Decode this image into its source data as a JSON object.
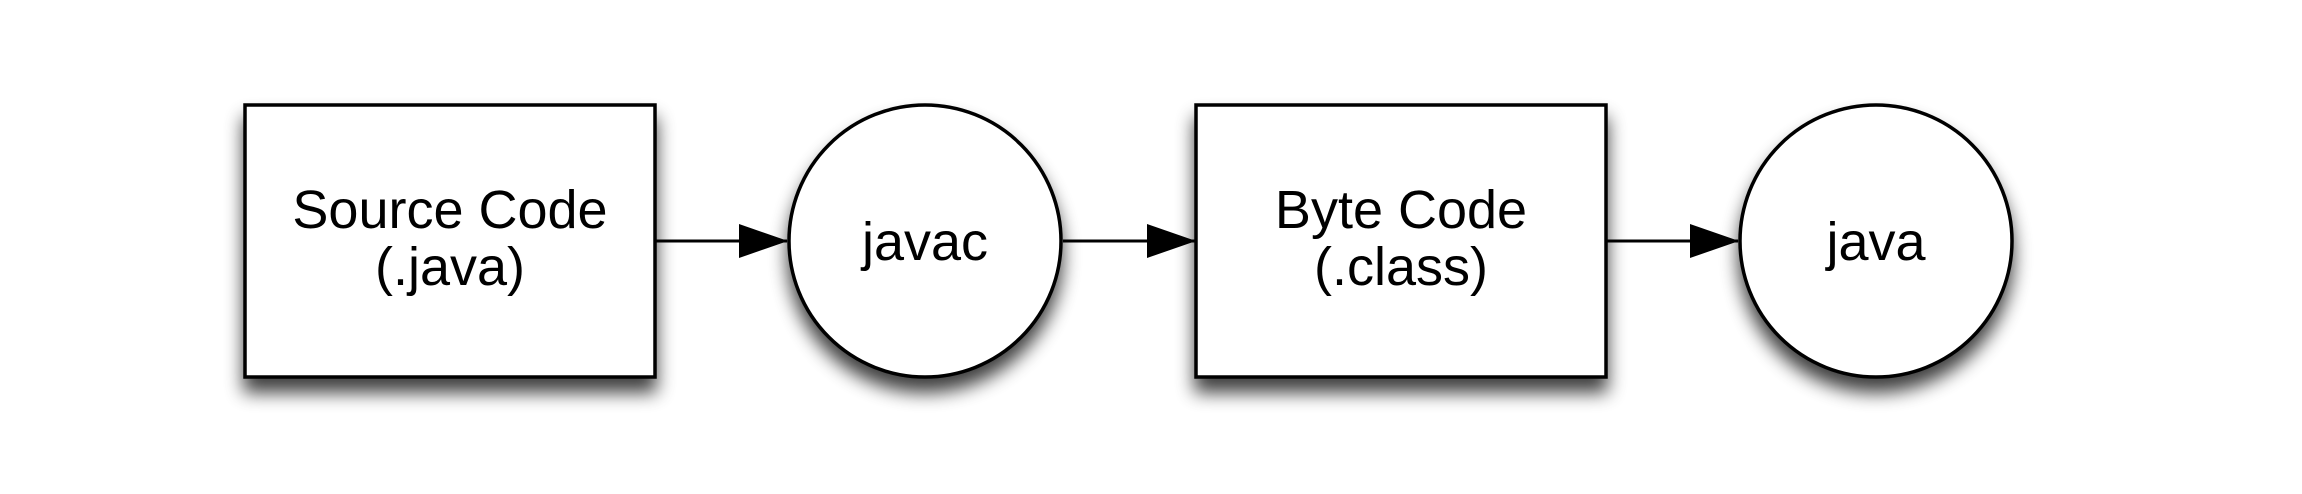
{
  "diagram": {
    "type": "flowchart",
    "direction": "left-to-right",
    "nodes": [
      {
        "id": "source",
        "shape": "rectangle",
        "lines": [
          "Source Code",
          "(.java)"
        ]
      },
      {
        "id": "javac",
        "shape": "circle",
        "lines": [
          "javac"
        ]
      },
      {
        "id": "bytecode",
        "shape": "rectangle",
        "lines": [
          "Byte Code",
          "(.class)"
        ]
      },
      {
        "id": "java",
        "shape": "circle",
        "lines": [
          "java"
        ]
      }
    ],
    "edges": [
      {
        "from": "source",
        "to": "javac"
      },
      {
        "from": "javac",
        "to": "bytecode"
      },
      {
        "from": "bytecode",
        "to": "java"
      }
    ],
    "colors": {
      "stroke": "#000000",
      "fill": "#ffffff",
      "background": "#ffffff"
    }
  }
}
